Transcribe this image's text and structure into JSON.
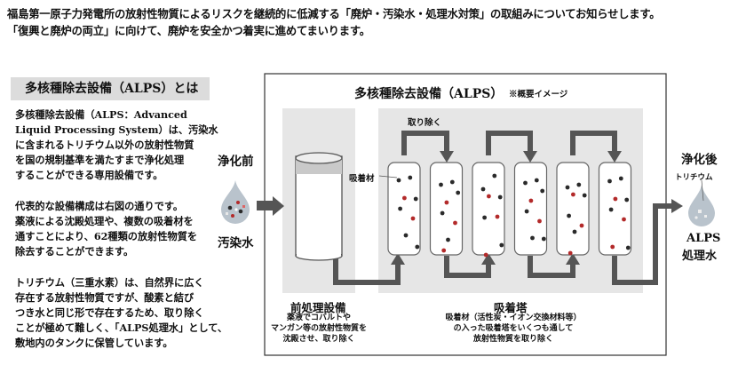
{
  "intro": {
    "line1": "福島第一原子力発電所の放射性物質によるリスクを継続的に低減する「廃炉・汚染水・処理水対策」の取組みについてお知らせします。",
    "line2": "「復興と廃炉の両立」に向けて、廃炉を安全かつ着実に進めてまいります。"
  },
  "section_title": "多核種除去設備（ALPS）とは",
  "para1": [
    "多核種除去設備（ALPS：Advanced",
    "Liquid Processing System）は、汚染水",
    "に含まれるトリチウム以外の放射性物質",
    "を国の規制基準を満たすまで浄化処理",
    "することができる専用設備です。"
  ],
  "para2": [
    "代表的な設備構成は右図の通りです。",
    "薬液による沈殿処理や、複数の吸着材を",
    "通すことにより、62種類の放射性物質を",
    "除去することができます。"
  ],
  "para3": [
    "トリチウム（三重水素）は、自然界に広く",
    "存在する放射性物質ですが、酸素と結び",
    "つき水と同じ形で存在するため、取り除く",
    "ことが極めて難しく、「ALPS処理水」として、",
    "敷地内のタンクに保管しています。"
  ],
  "diagram": {
    "title": "多核種除去設備（ALPS）",
    "note": "※概要イメージ",
    "before_label": "浄化前",
    "contaminated_label": "汚染水",
    "after_label": "浄化後",
    "tritium_label": "トリチウム",
    "treated_label_1": "ALPS",
    "treated_label_2": "処理水",
    "remove_label": "取り除く",
    "adsorbent_label": "吸着材",
    "pre_title": "前処理設備",
    "pre_desc": [
      "薬液でコバルトや",
      "マンガン等の放射性物質を",
      "沈殿させ、取り除く"
    ],
    "tower_title": "吸着塔",
    "tower_desc": [
      "吸着材（活性炭・イオン交換材料等）",
      "の入った吸着塔をいくつも通して",
      "放射性物質を取り除く"
    ],
    "column_count": 6
  },
  "colors": {
    "panel_bg": "#e6e6e6",
    "arrow": "#555555",
    "dark_dot": "#2a2a2a",
    "red_dot": "#b32a2a",
    "water_drop": "#b9c3cc"
  }
}
